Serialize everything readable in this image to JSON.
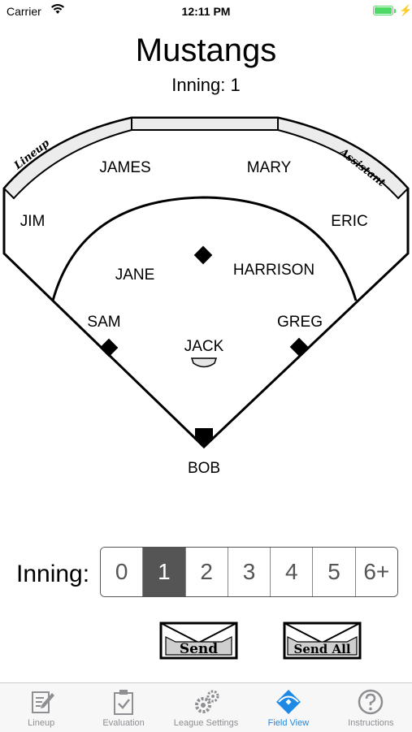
{
  "status_bar": {
    "carrier": "Carrier",
    "time": "12:11 PM"
  },
  "header": {
    "team_name": "Mustangs",
    "inning_subtitle": "Inning: 1"
  },
  "field": {
    "banner_left": "Lineup",
    "banner_right": "Assistant",
    "positions": {
      "left_field": "JIM",
      "left_center": "JAMES",
      "right_center": "MARY",
      "right_field": "ERIC",
      "shortstop": "JANE",
      "second_base": "HARRISON",
      "third_base": "SAM",
      "first_base": "GREG",
      "pitcher": "JACK",
      "catcher": "BOB"
    }
  },
  "inning_selector": {
    "label": "Inning:",
    "options": [
      "0",
      "1",
      "2",
      "3",
      "4",
      "5",
      "6+"
    ],
    "selected": "1"
  },
  "actions": {
    "send": "Send",
    "send_all": "Send All"
  },
  "tabs": [
    {
      "label": "Lineup",
      "icon": "pencil-paper-icon"
    },
    {
      "label": "Evaluation",
      "icon": "clipboard-check-icon"
    },
    {
      "label": "League Settings",
      "icon": "gears-icon"
    },
    {
      "label": "Field View",
      "icon": "baseball-field-icon",
      "active": true
    },
    {
      "label": "Instructions",
      "icon": "question-circle-icon"
    }
  ],
  "colors": {
    "active_tab": "#1e88e5",
    "selected_segment": "#555555",
    "battery": "#4cd964"
  }
}
